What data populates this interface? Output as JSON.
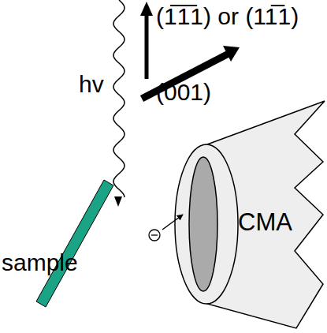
{
  "diagram": {
    "labels": [
      "(1̅1̅1) or (11̅1)",
      "hv",
      "(001)",
      "sample",
      "CMA"
    ]
  }
}
